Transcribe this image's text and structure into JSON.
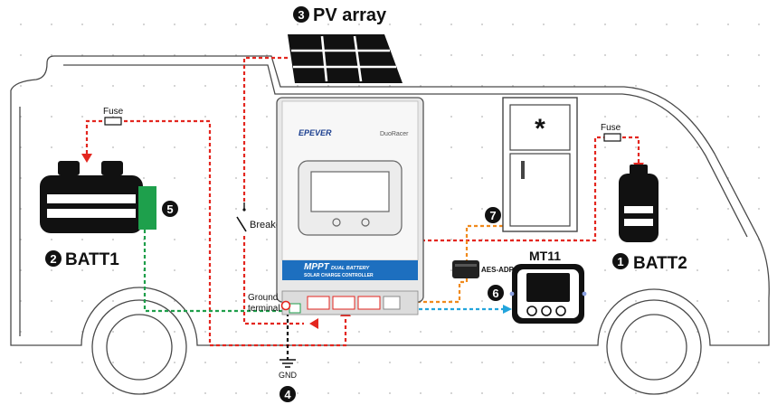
{
  "labels": {
    "pv_array": "PV array",
    "batt1": "BATT1",
    "batt2": "BATT2",
    "fuse_left": "Fuse",
    "fuse_right": "Fuse",
    "breaker": "Breaker",
    "ground_terminal_line1": "Ground",
    "ground_terminal_line2": "terminal",
    "gnd": "GND",
    "mt11": "MT11",
    "aes_adp": "AES-ADP"
  },
  "markers": {
    "m1": "1",
    "m2": "2",
    "m3": "3",
    "m4": "4",
    "m5": "5",
    "m6": "6",
    "m7": "7"
  },
  "controller": {
    "brand": "EPEVER",
    "model": "DuoRacer",
    "title": "MPPT",
    "title_suffix": "DUAL BATTERY",
    "subtitle": "SOLAR CHARGE CONTROLLER"
  },
  "fridge_symbol": "*",
  "colors": {
    "positive_wire": "#e3261f",
    "negative_wire": "#111111",
    "battery_sense_wire": "#1e9e4a",
    "temp_sensor": "#1ea04c",
    "comm_wire_orange": "#f08a1c",
    "comm_wire_blue": "#22a4dc"
  }
}
